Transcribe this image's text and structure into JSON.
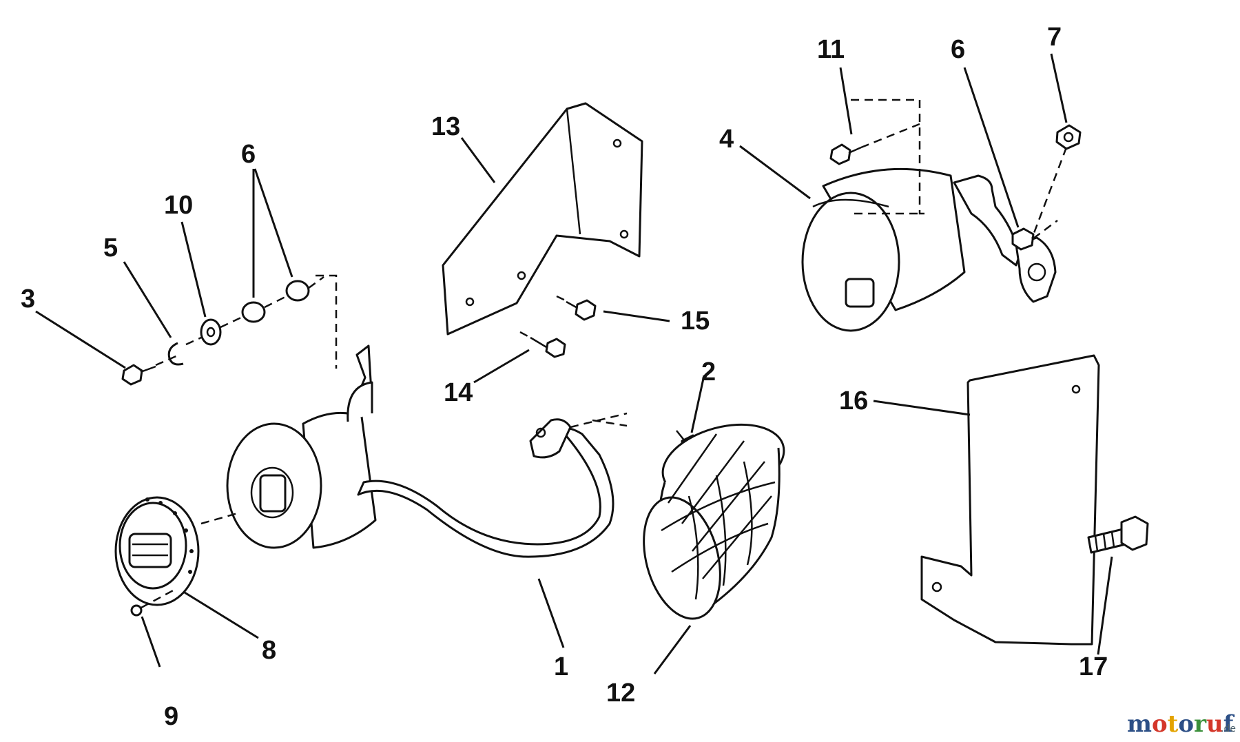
{
  "callouts": {
    "n1": "1",
    "n2": "2",
    "n3": "3",
    "n4": "4",
    "n5": "5",
    "n6a": "6",
    "n6b": "6",
    "n7": "7",
    "n8": "8",
    "n9": "9",
    "n10": "10",
    "n11": "11",
    "n12": "12",
    "n13": "13",
    "n14": "14",
    "n15": "15",
    "n16": "16",
    "n17": "17"
  },
  "watermark": {
    "letters": [
      "m",
      "o",
      "t",
      "o",
      "r",
      "u",
      "f"
    ],
    "tld": ".de",
    "colors": [
      "#2c4f86",
      "#d4372a",
      "#e3a300",
      "#2c4f86",
      "#3a8f3a",
      "#d4372a",
      "#2c4f86"
    ]
  }
}
